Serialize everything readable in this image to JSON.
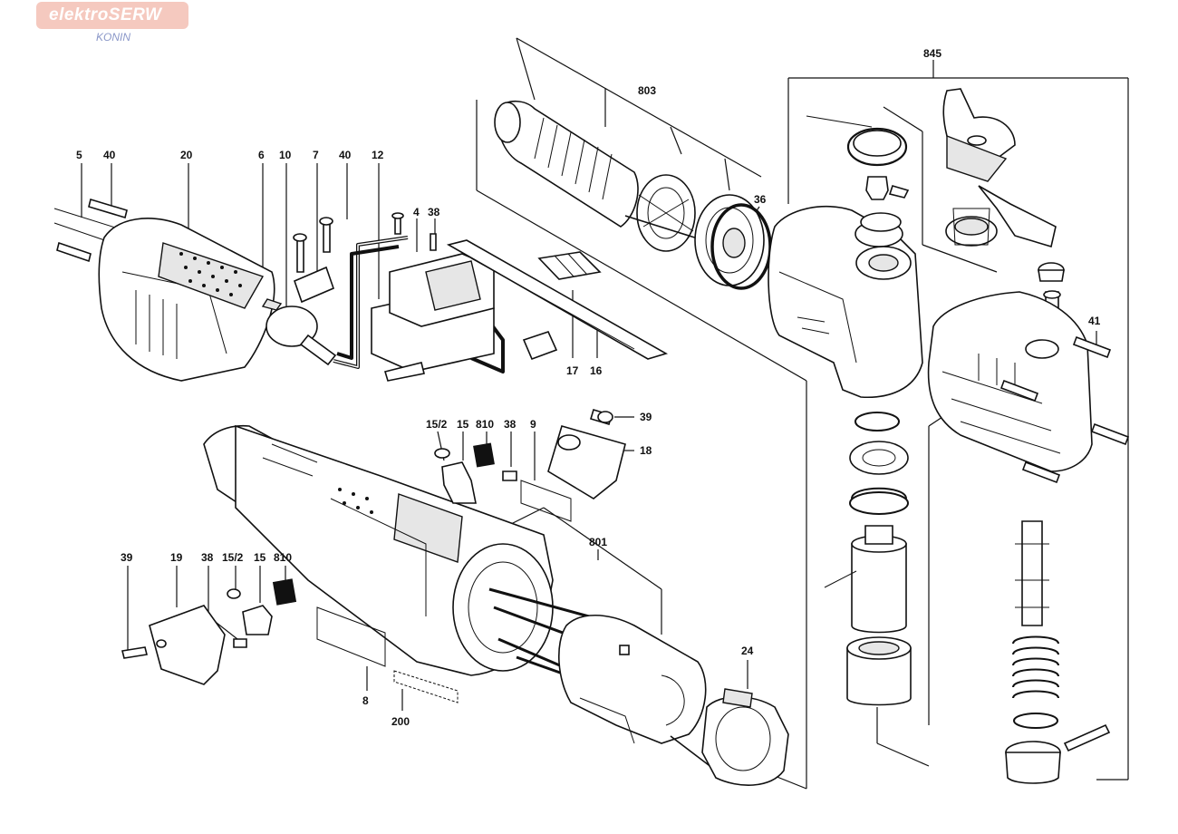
{
  "watermark": {
    "brand": "elektroSERW",
    "city": "KONIN"
  },
  "labels": {
    "l5": "5",
    "l40a": "40",
    "l20": "20",
    "l6": "6",
    "l10": "10",
    "l7": "7",
    "l40b": "40",
    "l12": "12",
    "l4": "4",
    "l38a": "38",
    "l803": "803",
    "l36": "36",
    "l845": "845",
    "l17": "17",
    "l16": "16",
    "l41": "41",
    "l15_2a": "15/2",
    "l15a": "15",
    "l810a": "810",
    "l38b": "38",
    "l9": "9",
    "l39a": "39",
    "l18": "18",
    "l801": "801",
    "l39b": "39",
    "l19": "19",
    "l38c": "38",
    "l15_2b": "15/2",
    "l15b": "15",
    "l810b": "810",
    "l24": "24",
    "l8": "8",
    "l200": "200"
  }
}
